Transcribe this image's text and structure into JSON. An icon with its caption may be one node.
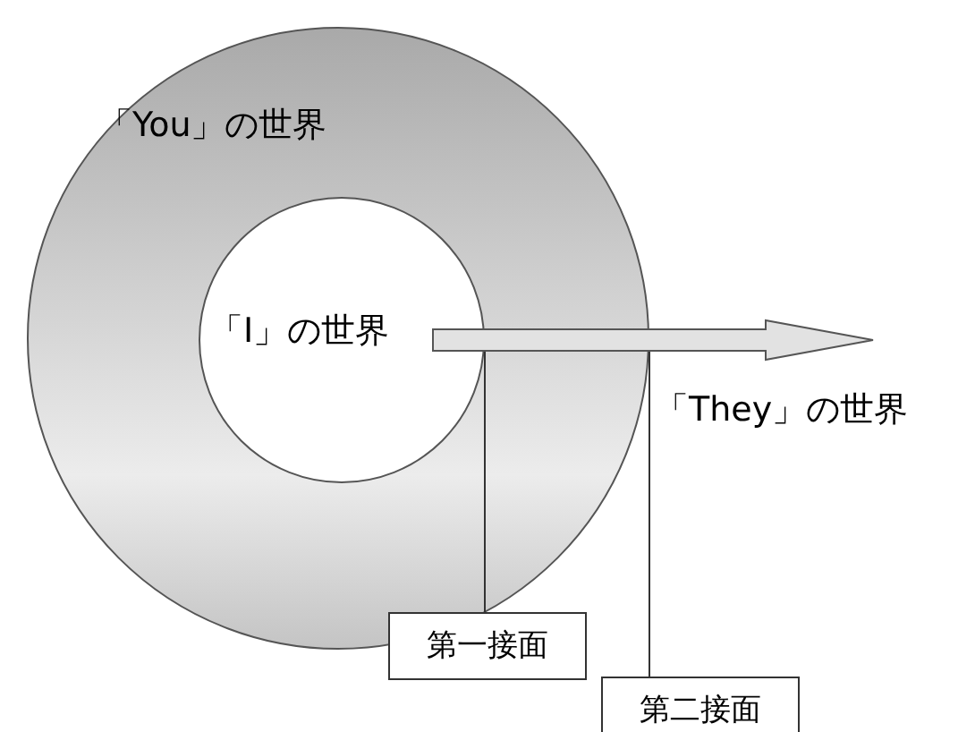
{
  "diagram": {
    "nodes": [
      {
        "text": [
          "「You」の世界"
        ]
      },
      {
        "text": [
          "「I」の世界"
        ],
        "in": 0
      },
      {
        "text": [
          "「They」の世界"
        ]
      },
      {
        "text": [
          "第一接面"
        ]
      },
      {
        "text": [
          "第二接面"
        ]
      }
    ],
    "edges": [
      {
        "from": 1,
        "to": 2,
        "arrow": "to"
      },
      {
        "from": 3,
        "to": 1,
        "arrow": "none"
      },
      {
        "from": 4,
        "to": 0,
        "arrow": "none"
      }
    ]
  }
}
